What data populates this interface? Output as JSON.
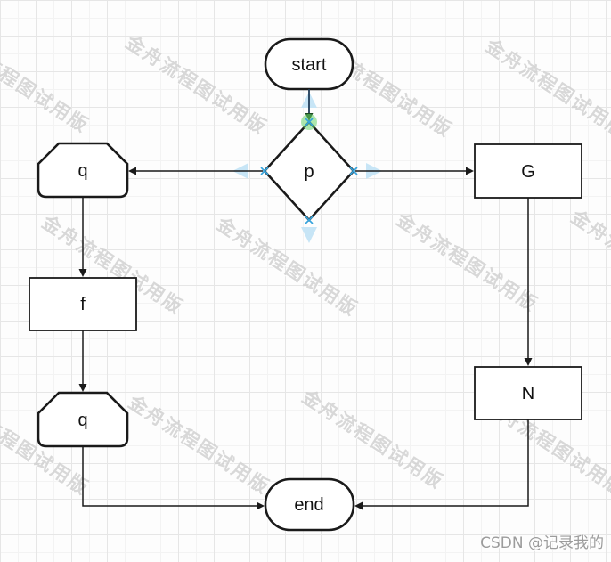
{
  "app": {
    "watermark_text": "金舟流程图试用版",
    "credit_text": "CSDN @记录我的"
  },
  "diagram": {
    "nodes": {
      "start": {
        "label": "start",
        "shape": "terminator"
      },
      "p": {
        "label": "p",
        "shape": "decision"
      },
      "q1": {
        "label": "q",
        "shape": "manual-operation"
      },
      "g": {
        "label": "G",
        "shape": "process"
      },
      "f": {
        "label": "f",
        "shape": "process"
      },
      "q2": {
        "label": "q",
        "shape": "manual-operation"
      },
      "n": {
        "label": "N",
        "shape": "process"
      },
      "end": {
        "label": "end",
        "shape": "terminator"
      }
    },
    "edges": [
      {
        "from": "start",
        "to": "p"
      },
      {
        "from": "p",
        "to": "q1"
      },
      {
        "from": "p",
        "to": "g"
      },
      {
        "from": "q1",
        "to": "f"
      },
      {
        "from": "f",
        "to": "q2"
      },
      {
        "from": "q2",
        "to": "end"
      },
      {
        "from": "g",
        "to": "n"
      },
      {
        "from": "n",
        "to": "end"
      }
    ],
    "selection": {
      "highlighted_port": "p-top",
      "hint_arrows": [
        "up",
        "left",
        "right",
        "down"
      ]
    }
  },
  "colors": {
    "hint_arrow": "#c7e5f6",
    "port_marker": "#35a3dd",
    "port_highlight": "#69d669",
    "line": "#1a1a1a",
    "watermark": "#d2d2d2",
    "grid_major": "#e6e6e6",
    "grid_minor": "#f3f3f3"
  }
}
